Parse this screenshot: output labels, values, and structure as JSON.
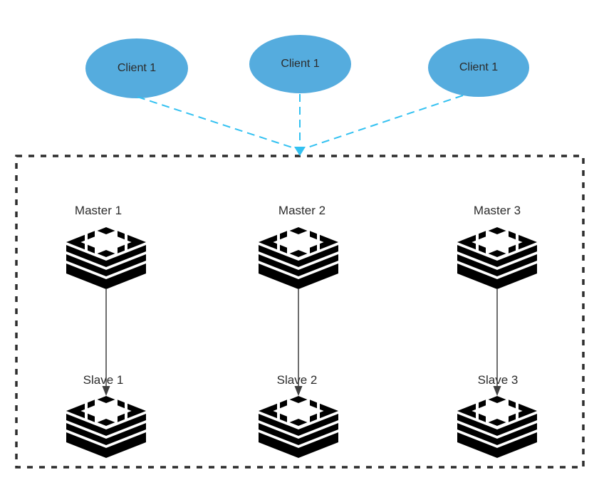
{
  "diagram": {
    "clients": [
      {
        "label": "Client 1"
      },
      {
        "label": "Client 1"
      },
      {
        "label": "Client 1"
      }
    ],
    "masters": [
      {
        "label": "Master 1"
      },
      {
        "label": "Master 2"
      },
      {
        "label": "Master 3"
      }
    ],
    "slaves": [
      {
        "label": "Slave 1"
      },
      {
        "label": "Slave 2"
      },
      {
        "label": "Slave 3"
      }
    ],
    "icons": {
      "client_shape": "ellipse",
      "node_shape": "database-stack-icon"
    }
  },
  "colors": {
    "client_fill": "#55ACDE",
    "node_cyan": "#12BCD9",
    "connector_cyan": "#33C1F1",
    "border_color": "#2D2D2D",
    "arrow_color": "#3F3F3F",
    "text_color": "#2B2B2B"
  }
}
